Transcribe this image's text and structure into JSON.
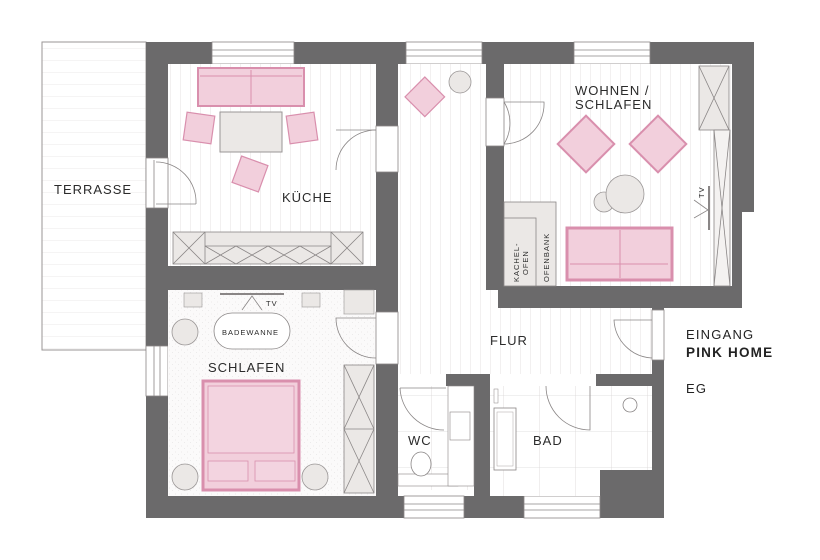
{
  "plan": {
    "title": "PINK HOME",
    "floor": "EG",
    "entrance_label": "EINGANG",
    "colors": {
      "wall": "#6b6a6b",
      "floor_stripe": "#e6e4e4",
      "furniture_pink": "#f2cfdc",
      "furniture_pink_dark": "#d98fad",
      "furniture_grey": "#ebe8e6",
      "outline": "#8a8686"
    },
    "rooms": [
      {
        "id": "terrasse",
        "label": "TERRASSE"
      },
      {
        "id": "kueche",
        "label": "KÜCHE"
      },
      {
        "id": "wohnen",
        "label_line1": "WOHNEN /",
        "label_line2": "SCHLAFEN"
      },
      {
        "id": "schlafen",
        "label": "SCHLAFEN"
      },
      {
        "id": "flur",
        "label": "FLUR"
      },
      {
        "id": "wc",
        "label": "WC"
      },
      {
        "id": "bad",
        "label": "BAD"
      }
    ],
    "fixtures": {
      "badewanne": "BADEWANNE",
      "tv_schlafen": "TV",
      "tv_wohnen": "TV",
      "kachelofen_line1": "KACHEL-",
      "kachelofen_line2": "OFEN",
      "ofenbank": "OFENBANK"
    }
  }
}
